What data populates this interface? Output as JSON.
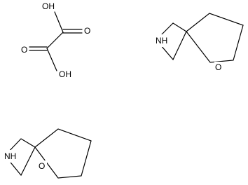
{
  "figure": {
    "molecules": [
      {
        "labels": {
          "oh_top": "OH",
          "o_top": "O",
          "o_bottom": "O",
          "oh_bottom": "OH"
        }
      },
      {
        "labels": {
          "nh": "NH",
          "o": "O"
        }
      },
      {
        "labels": {
          "nh": "NH",
          "o": "O"
        }
      }
    ]
  }
}
